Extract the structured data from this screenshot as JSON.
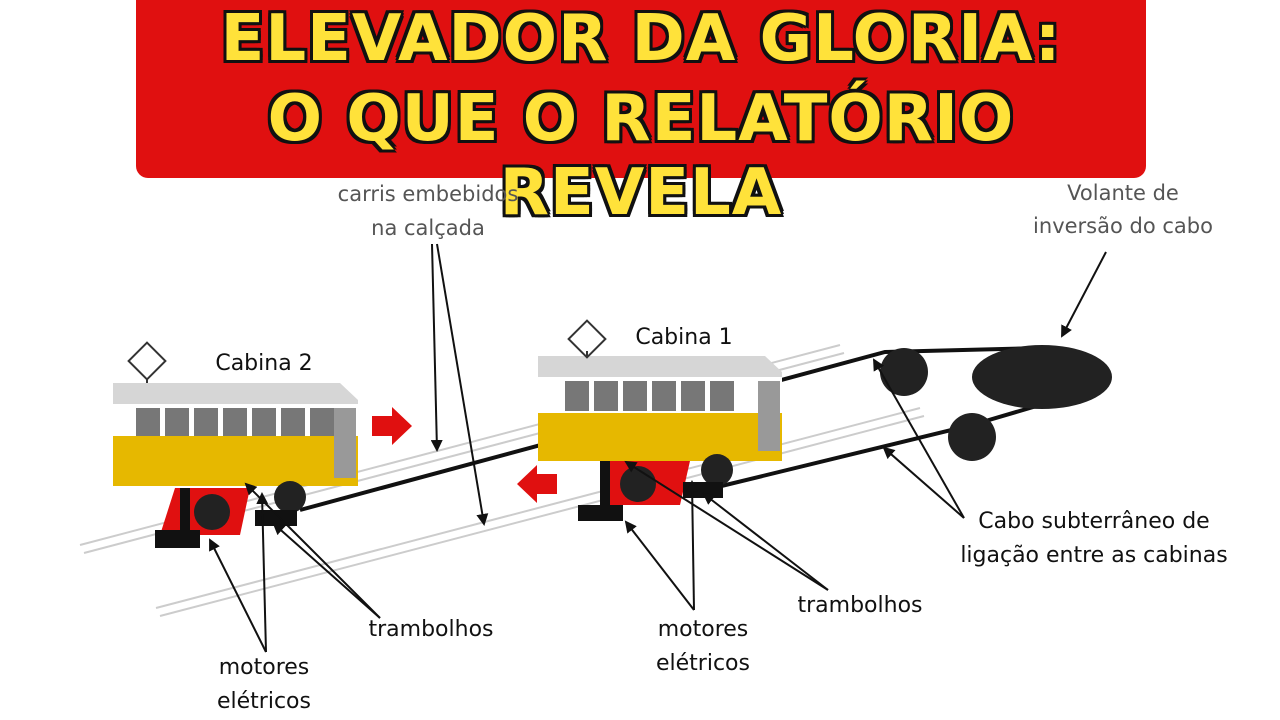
{
  "title": {
    "line1": "ELEVADOR DA GLORIA:",
    "line2": "O QUE O RELATÓRIO REVELA"
  },
  "labels": {
    "rails_line1": "carris embebidos",
    "rails_line2": "na calçada",
    "flywheel_line1": "Volante de",
    "flywheel_line2": "inversão do cabo",
    "cabin2": "Cabina 2",
    "cabin1": "Cabina 1",
    "cable_line1": "Cabo subterrâneo de",
    "cable_line2": "ligação entre as cabinas",
    "tramb_left": "trambolhos",
    "tramb_right": "trambolhos",
    "motors_left_line1": "motores",
    "motors_left_line2": "elétricos",
    "motors_right_line1": "motores",
    "motors_right_line2": "elétricos"
  },
  "colors": {
    "banner": "#e01010",
    "title_text": "#ffe23a",
    "cabin_yellow": "#e6b800",
    "cabin_grey": "#b0b0b0",
    "direction_arrow": "#e01010"
  },
  "icons": [
    "direction-arrow-icon",
    "pantograph-icon"
  ]
}
